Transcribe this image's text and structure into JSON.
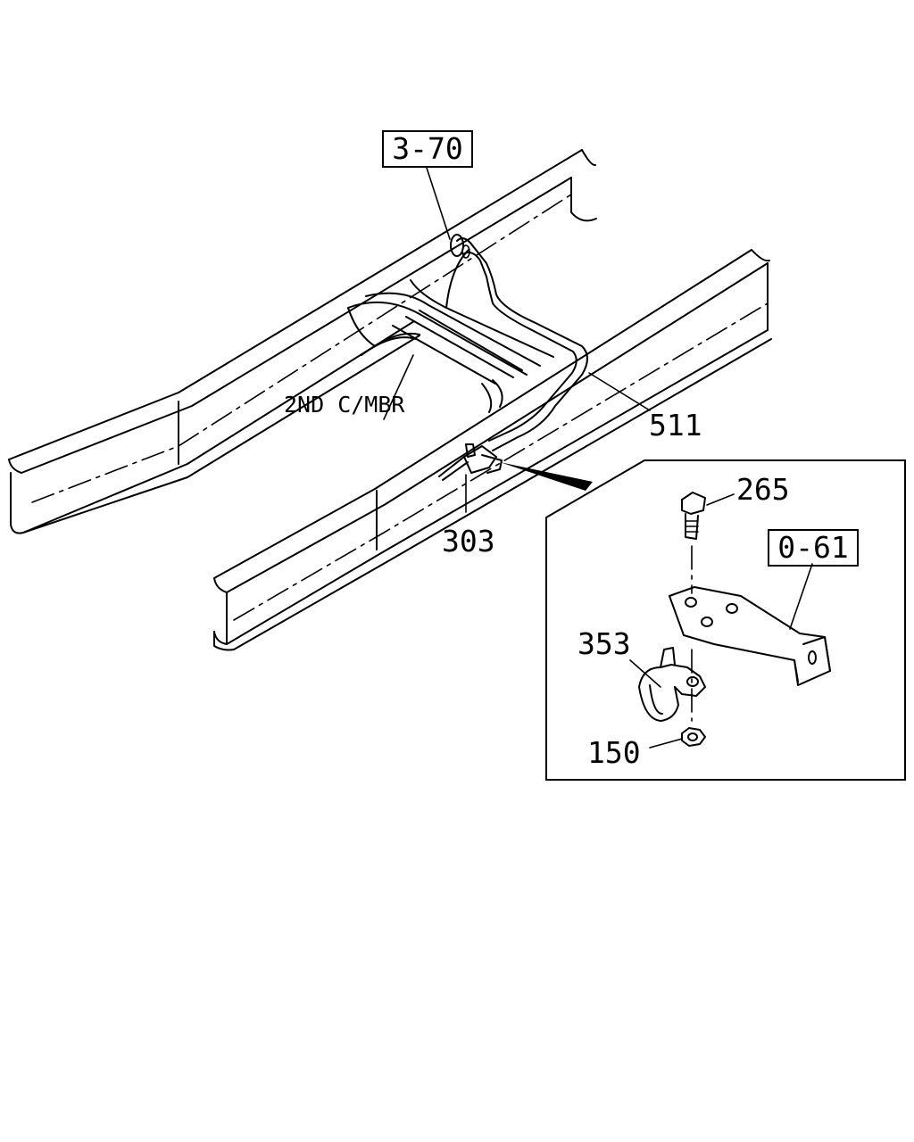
{
  "callouts": {
    "ref_3_70": "3-70",
    "ref_0_61": "0-61",
    "part_511": "511",
    "part_303": "303",
    "part_265": "265",
    "part_353": "353",
    "part_150": "150"
  },
  "annotations": {
    "crossmember": "2ND C/MBR"
  }
}
